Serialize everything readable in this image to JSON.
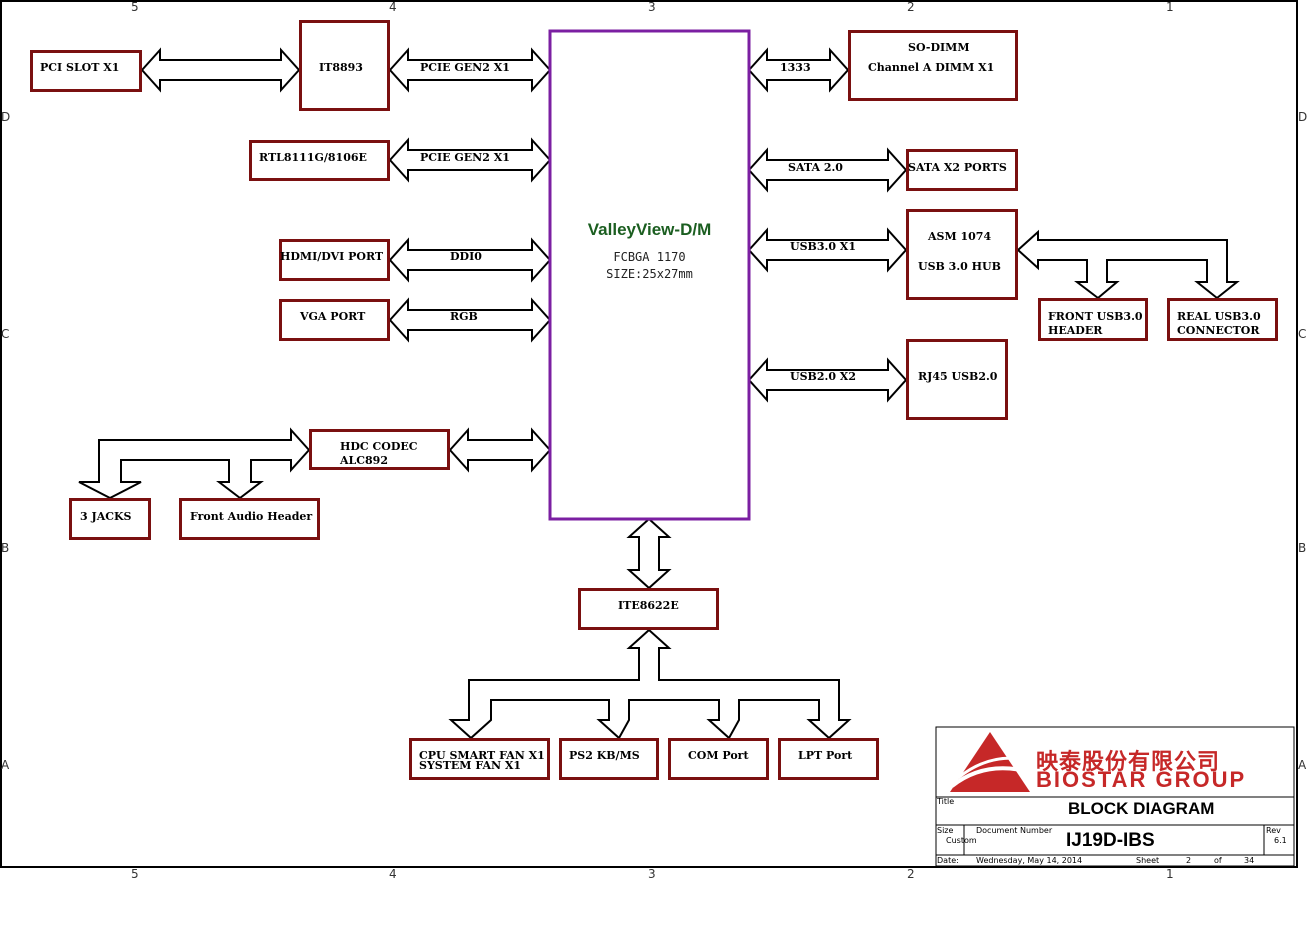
{
  "zones": {
    "cols": [
      "5",
      "4",
      "3",
      "2",
      "1"
    ],
    "rows": [
      "D",
      "C",
      "B",
      "A"
    ]
  },
  "cpu": {
    "name": "ValleyView-D/M",
    "pkg": "FCBGA 1170",
    "size": "SIZE:25x27mm"
  },
  "blocks": {
    "pci_slot": "PCI SLOT X1",
    "it8893": "IT8893",
    "rtl": "RTL8111G/8106E",
    "hdmi": "HDMI/DVI PORT",
    "vga": "VGA PORT",
    "codec_1": "HDC CODEC",
    "codec_2": "ALC892",
    "jacks": "3 JACKS",
    "front_audio": "Front Audio Header",
    "sodimm_1": "SO-DIMM",
    "sodimm_2": "Channel A DIMM X1",
    "sata_ports": "SATA X2 PORTS",
    "asm_1": "ASM 1074",
    "asm_2": "USB 3.0 HUB",
    "front_usb_1": "FRONT USB3.0",
    "front_usb_2": "HEADER",
    "real_usb_1": "REAL USB3.0",
    "real_usb_2": "CONNECTOR",
    "rj45": "RJ45 USB2.0",
    "ite": "ITE8622E",
    "fan_1": "CPU SMART FAN X1",
    "fan_2": "SYSTEM FAN X1",
    "ps2": "PS2 KB/MS",
    "com": "COM Port",
    "lpt": "LPT Port"
  },
  "buses": {
    "pcie_1": "PCIE GEN2 X1",
    "pcie_2": "PCIE GEN2 X1",
    "ddi": "DDI0",
    "rgb": "RGB",
    "mem": "1333",
    "sata": "SATA 2.0",
    "usb3": "USB3.0 X1",
    "usb2": "USB2.0 X2"
  },
  "title_block": {
    "company_cn": "映泰股份有限公司",
    "company_en": "BIOSTAR GROUP",
    "title_label": "Title",
    "title": "BLOCK DIAGRAM",
    "size_label": "Size",
    "size": "Custom",
    "docnum_label": "Document Number",
    "docnum": "IJ19D-IBS",
    "rev_label": "Rev",
    "rev": "6.1",
    "date_label": "Date:",
    "date": "Wednesday, May 14, 2014",
    "sheet_label": "Sheet",
    "sheet": "2",
    "of_label": "of",
    "total": "34"
  },
  "colors": {
    "block_border": "#7a1010",
    "cpu_border": "#7b1fa2",
    "cpu_title": "#1b5e20",
    "logo_red": "#c62828"
  }
}
